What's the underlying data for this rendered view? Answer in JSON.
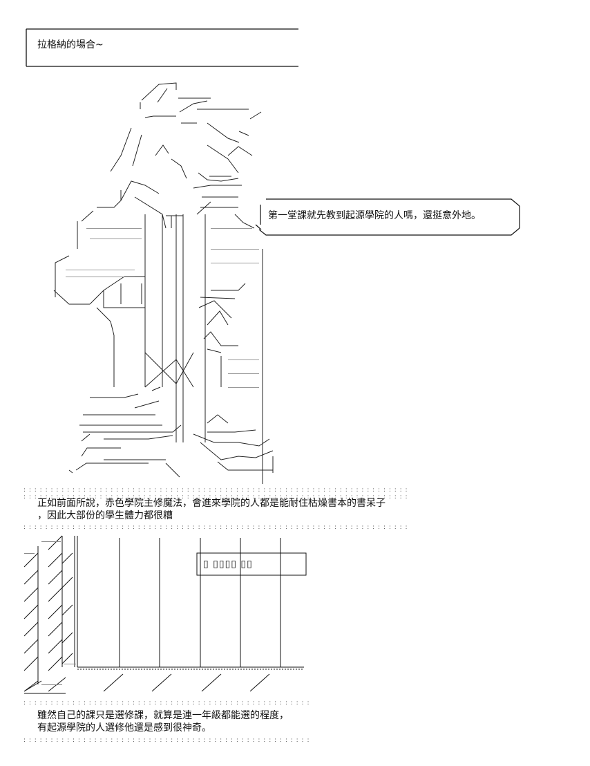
{
  "title_box": {
    "text": "拉格納的場合~"
  },
  "speech_bubble": {
    "text": "第一堂課就先教到起源學院的人嗎，還挺意外地。"
  },
  "narration_1": {
    "line1": "正如前面所說，赤色學院主修魔法，會進來學院的人都是能耐住枯燥書本的書呆子",
    "line2": "，因此大部份的學生體力都很糟"
  },
  "classroom_sign": {
    "text": "▯ ▯▯▯▯ ▯▯"
  },
  "narration_2": {
    "line1": "雖然自己的課只是選修課，就算是連一年級都能選的程度，",
    "line2": "有起源學院的人選修他還是感到很神奇。"
  },
  "art": {
    "figure": "ascii-art standing character with book satchel",
    "scene": "ascii-art classroom with desks and window frames"
  }
}
